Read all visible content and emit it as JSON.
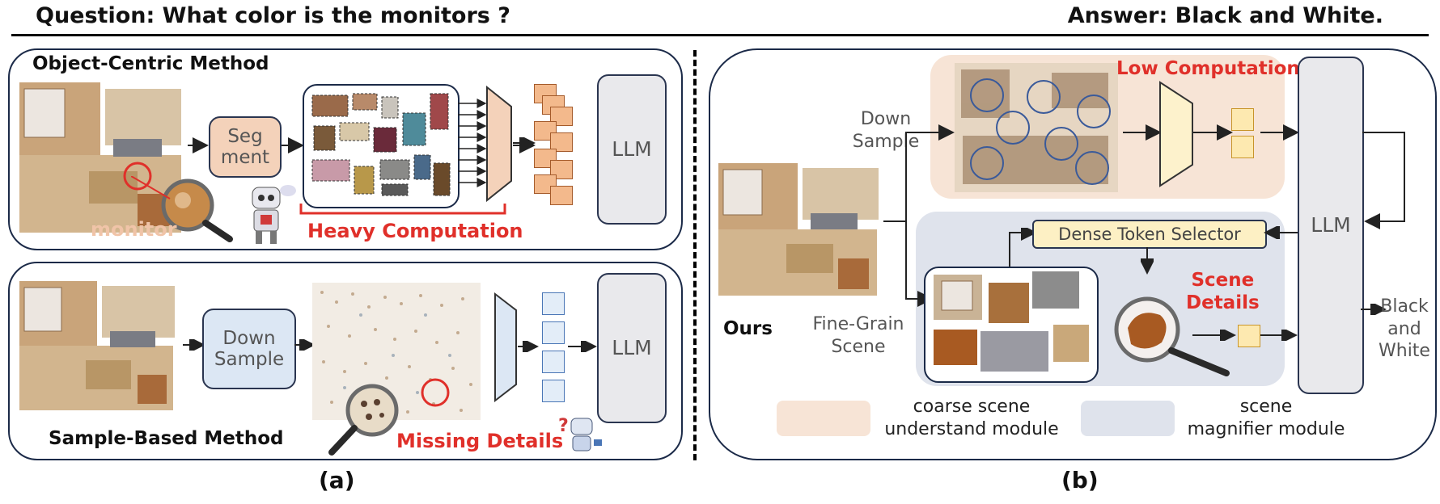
{
  "header": {
    "question": "Question: What color is the monitors ?",
    "answer": "Answer: Black and White."
  },
  "panel_a": {
    "object_centric": {
      "title": "Object-Centric Method",
      "segment_label": "Seg\nment",
      "llm": "LLM",
      "monitor_label": "monitor",
      "heavy": "Heavy Computation"
    },
    "sample_based": {
      "title": "Sample-Based Method",
      "down_label": "Down\nSample",
      "llm": "LLM",
      "missing": "Missing Details"
    },
    "caption": "(a)"
  },
  "panel_b": {
    "down_sample": "Down\nSample",
    "low": "Low Computation",
    "llm": "LLM",
    "ours": "Ours",
    "fine_grain": "Fine-Grain\nScene",
    "selector": "Dense Token Selector",
    "scene_details": "Scene\nDetails",
    "answer": "Black\nand\nWhite",
    "legend_coarse": "coarse scene\nunderstand module",
    "legend_magnifier": "scene\nmagnifier module",
    "caption": "(b)"
  },
  "colors": {
    "peach_region": "#f7e4d6",
    "blue_region": "#dfe3ec",
    "red_text": "#e0302a",
    "token_yellow": "#fde9b0",
    "llm_gray": "#e9e9ec"
  }
}
